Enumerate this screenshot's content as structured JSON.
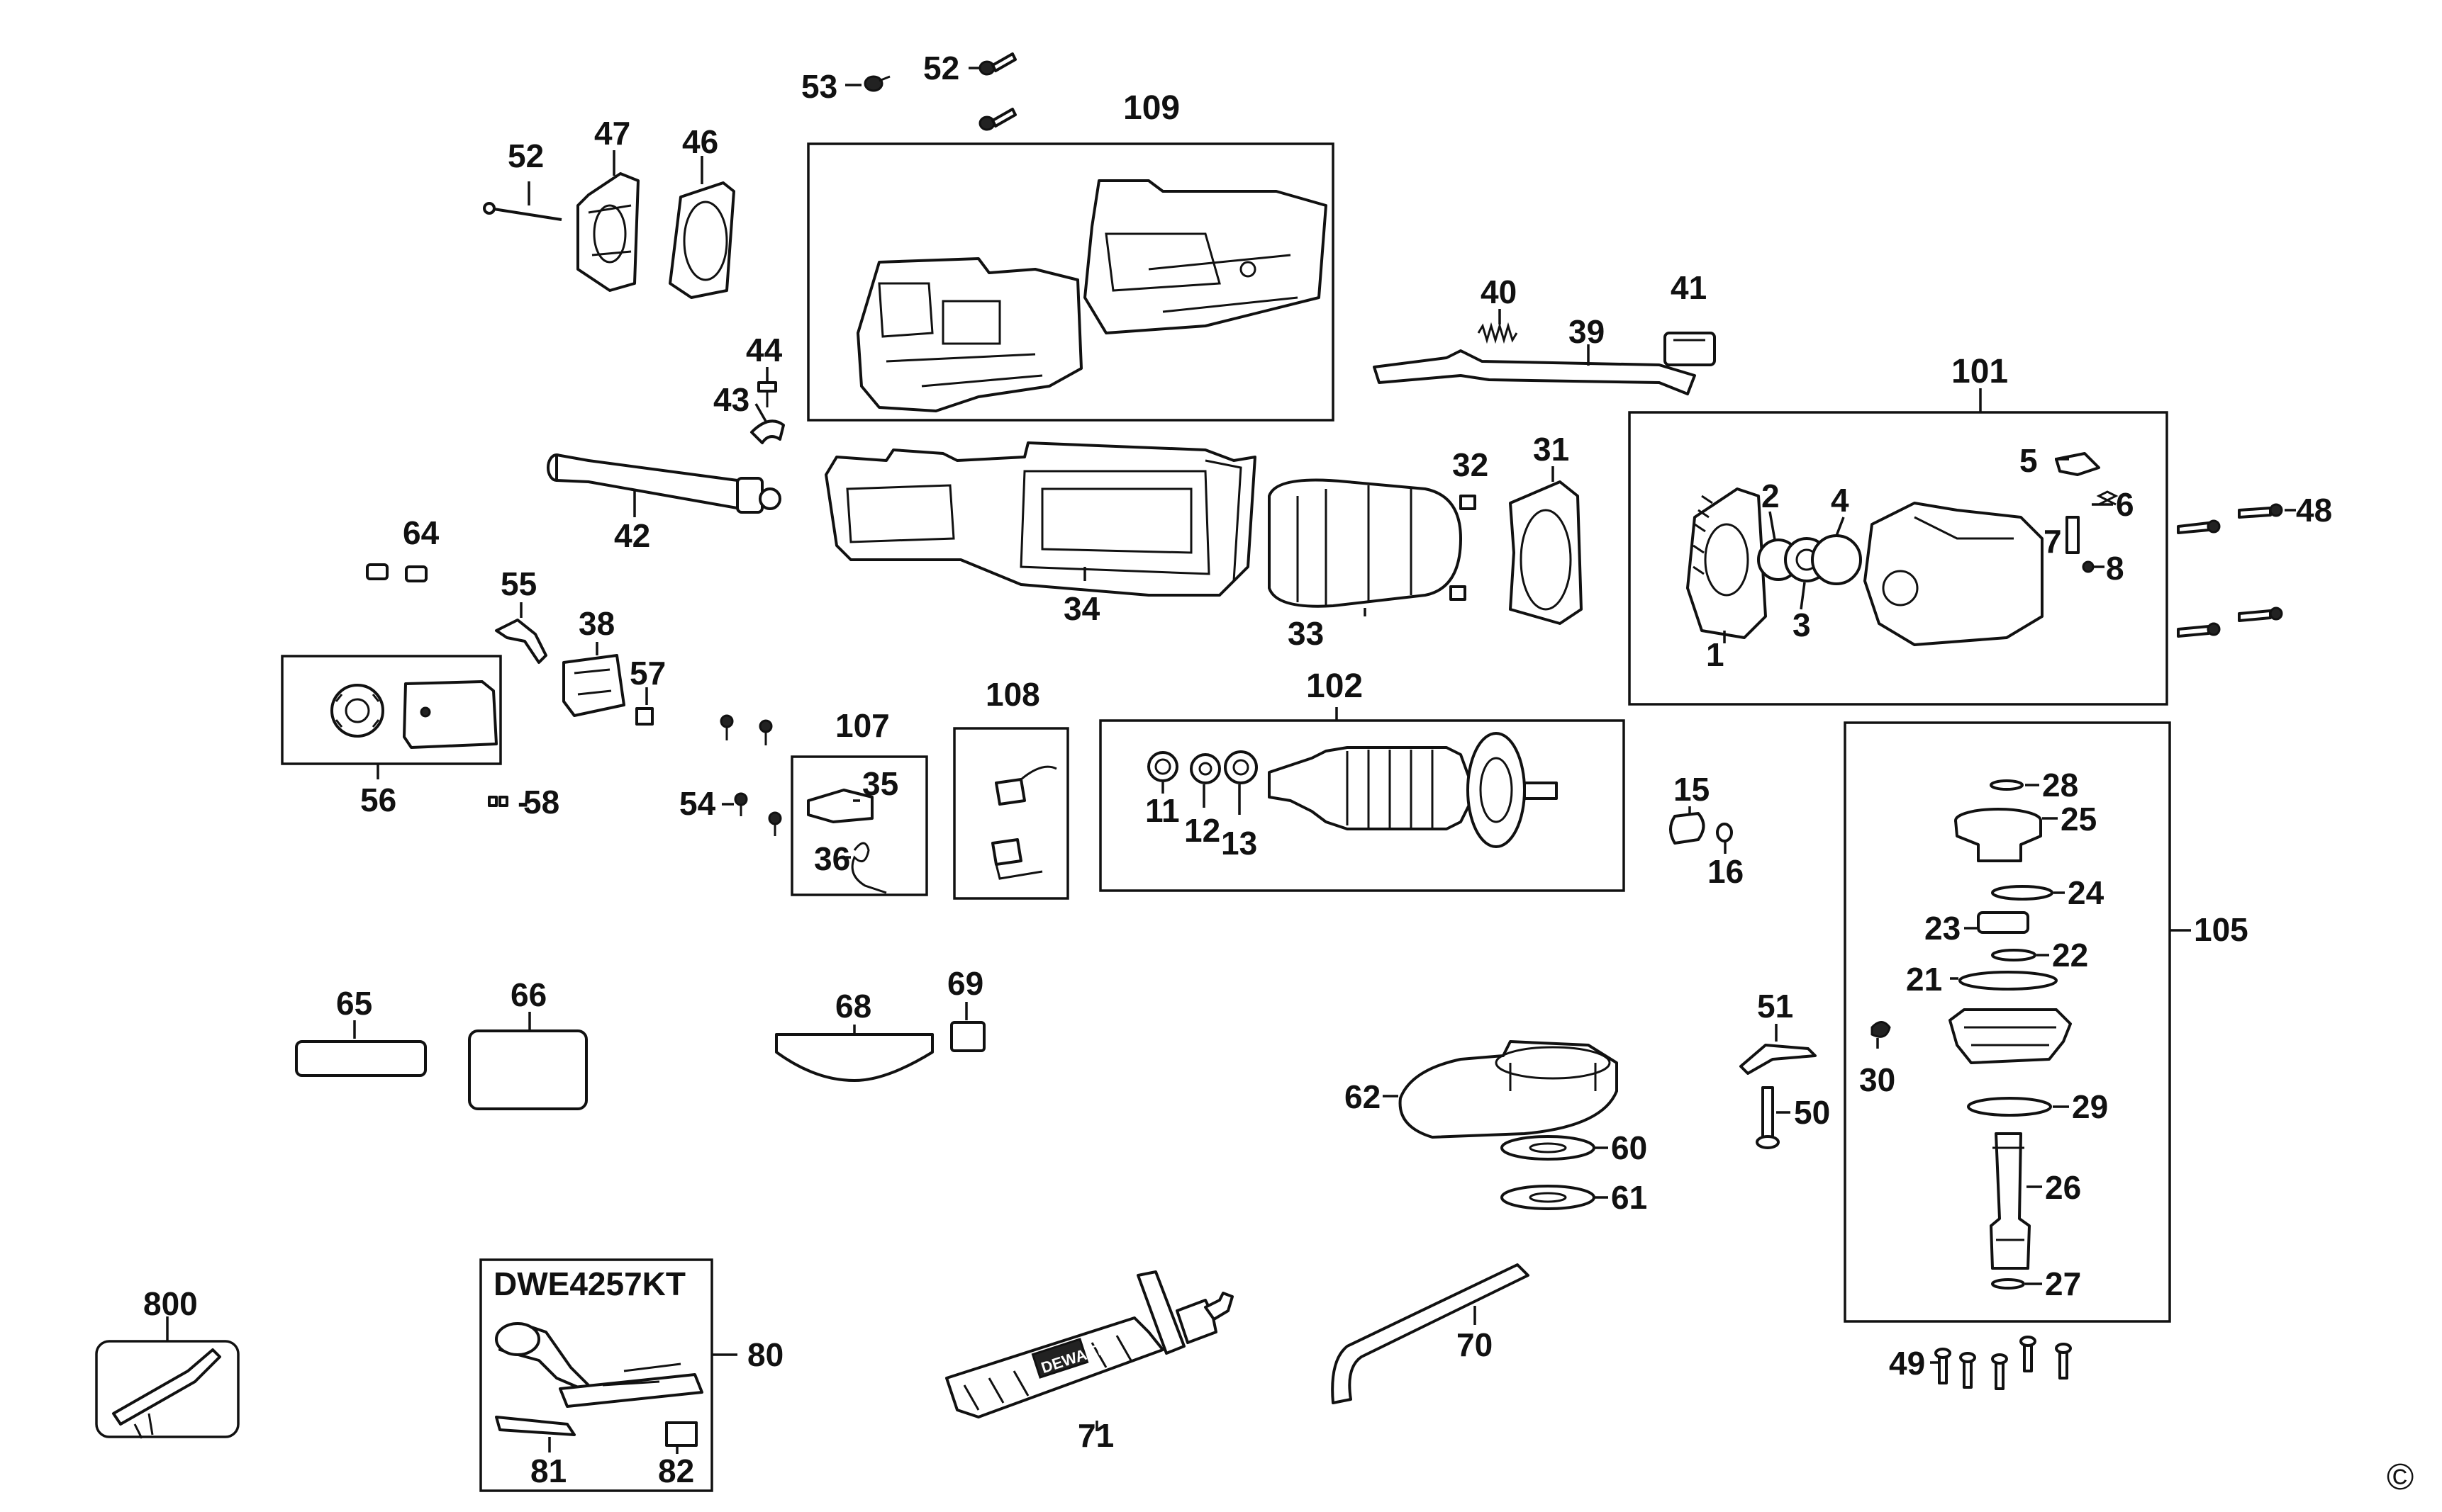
{
  "model_label": "DWE4257KT",
  "copyright_symbol": "©",
  "brand_mark": "DEWALT",
  "parts": {
    "p1": "1",
    "p2": "2",
    "p3": "3",
    "p4": "4",
    "p5": "5",
    "p6": "6",
    "p7": "7",
    "p8": "8",
    "p11": "11",
    "p12": "12",
    "p13": "13",
    "p15": "15",
    "p16": "16",
    "p21": "21",
    "p22": "22",
    "p23": "23",
    "p24": "24",
    "p25": "25",
    "p26": "26",
    "p27": "27",
    "p28": "28",
    "p29": "29",
    "p30": "30",
    "p31": "31",
    "p32": "32",
    "p33": "33",
    "p34": "34",
    "p35": "35",
    "p36": "36",
    "p38": "38",
    "p39": "39",
    "p40": "40",
    "p41": "41",
    "p42": "42",
    "p43": "43",
    "p44": "44",
    "p46": "46",
    "p47": "47",
    "p48": "48",
    "p49": "49",
    "p50": "50",
    "p51": "51",
    "p52": "52",
    "p53": "53",
    "p54": "54",
    "p55": "55",
    "p56": "56",
    "p57": "57",
    "p58": "58",
    "p60": "60",
    "p61": "61",
    "p62": "62",
    "p64": "64",
    "p65": "65",
    "p66": "66",
    "p68": "68",
    "p69": "69",
    "p70": "70",
    "p71": "71",
    "p80": "80",
    "p81": "81",
    "p82": "82",
    "p101": "101",
    "p102": "102",
    "p105": "105",
    "p107": "107",
    "p108": "108",
    "p109": "109",
    "p800": "800"
  }
}
